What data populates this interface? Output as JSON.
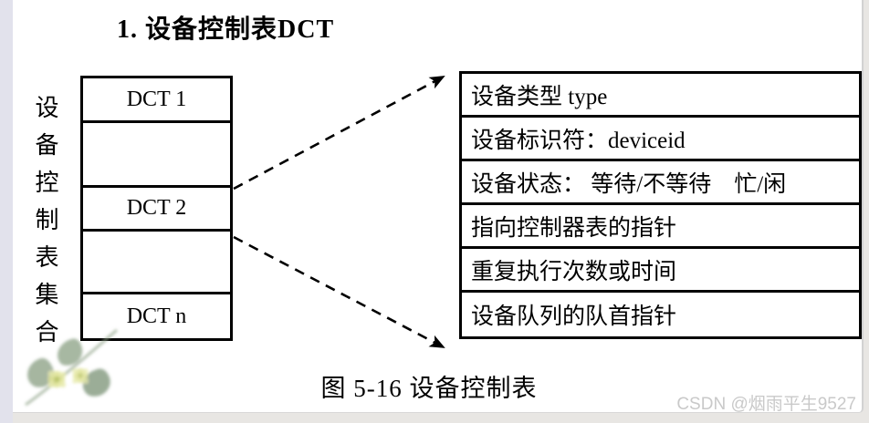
{
  "slide": {
    "title": "1. 设备控制表DCT",
    "caption": "图 5-16 设备控制表",
    "watermark": "CSDN @烟雨平生9527"
  },
  "dct_collection": {
    "side_label": "设备控制表集合",
    "rows": [
      {
        "label": "DCT 1"
      },
      {
        "label": ""
      },
      {
        "label": "DCT 2"
      },
      {
        "label": ""
      },
      {
        "label": "DCT n"
      }
    ]
  },
  "dct_fields": {
    "rows": [
      {
        "label": "设备类型 type"
      },
      {
        "label": "设备标识符：deviceid"
      },
      {
        "label": "设备状态： 等待/不等待　忙/闲"
      },
      {
        "label": "指向控制器表的指针"
      },
      {
        "label": "重复执行次数或时间"
      },
      {
        "label": "设备队列的队首指针"
      }
    ]
  },
  "arrows": [
    {
      "name": "dct2-top-to-fields-top",
      "style": "dashed",
      "direction": "up-right"
    },
    {
      "name": "dct2-bottom-to-fields-bottom",
      "style": "dashed",
      "direction": "down-right"
    }
  ],
  "colors": {
    "line": "#000000",
    "left_strip": "#e2e2ec",
    "outer_background": "#e8e6e3",
    "watermark": "#c9c9c9"
  }
}
